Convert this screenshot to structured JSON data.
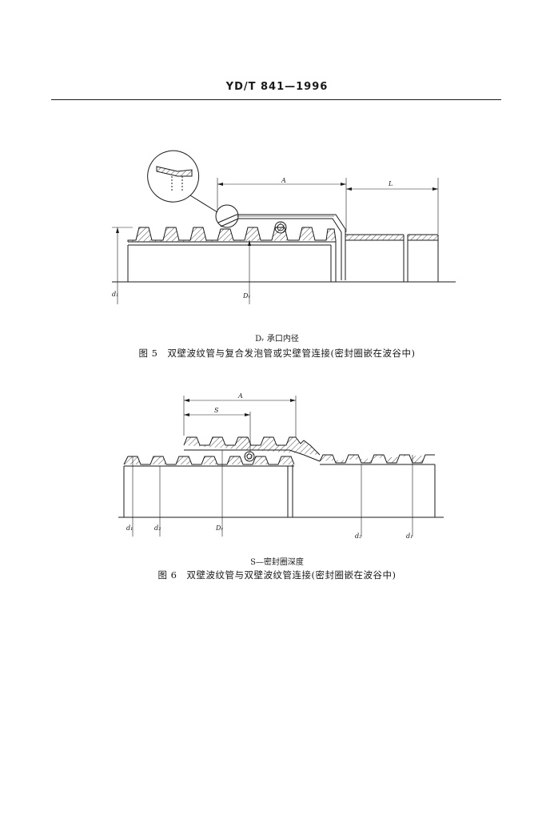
{
  "header": {
    "standard_code": "YD/T 841—1996"
  },
  "figure5": {
    "dim_A": "A",
    "dim_L": "L",
    "dim_d1": "d₁",
    "dim_Dr": "Dᵣ",
    "legend": "Dᵣ  承口内径",
    "number": "图 5",
    "caption": "双壁波纹管与复合发泡管或实壁管连接(密封圈嵌在波谷中)"
  },
  "figure6": {
    "dim_A": "A",
    "dim_S": "S",
    "dim_d1_left": "d₁",
    "dim_d2_left": "d₂",
    "dim_Dr": "Dᵣ",
    "dim_d2_right": "d₂",
    "dim_d1_right": "d₁",
    "legend": "S—密封圈深度",
    "number": "图 6",
    "caption": "双壁波纹管与双壁波纹管连接(密封圈嵌在波谷中)"
  }
}
